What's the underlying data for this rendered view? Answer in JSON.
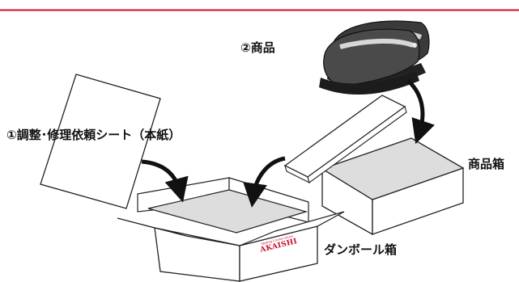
{
  "labels": {
    "product": "②商品",
    "sheet": "①調整･修理依頼シート（本紙）",
    "product_box": "商品箱",
    "cardboard_box": "ダンボール箱"
  },
  "box_brand": {
    "name": "AKAISHI",
    "tagline": "Walking Comfort Shoes"
  },
  "colors": {
    "rule": "#c8102e",
    "ink": "#111111",
    "shoe": "#333333",
    "box_shade": "#dddddd",
    "brand": "#c8102e"
  }
}
